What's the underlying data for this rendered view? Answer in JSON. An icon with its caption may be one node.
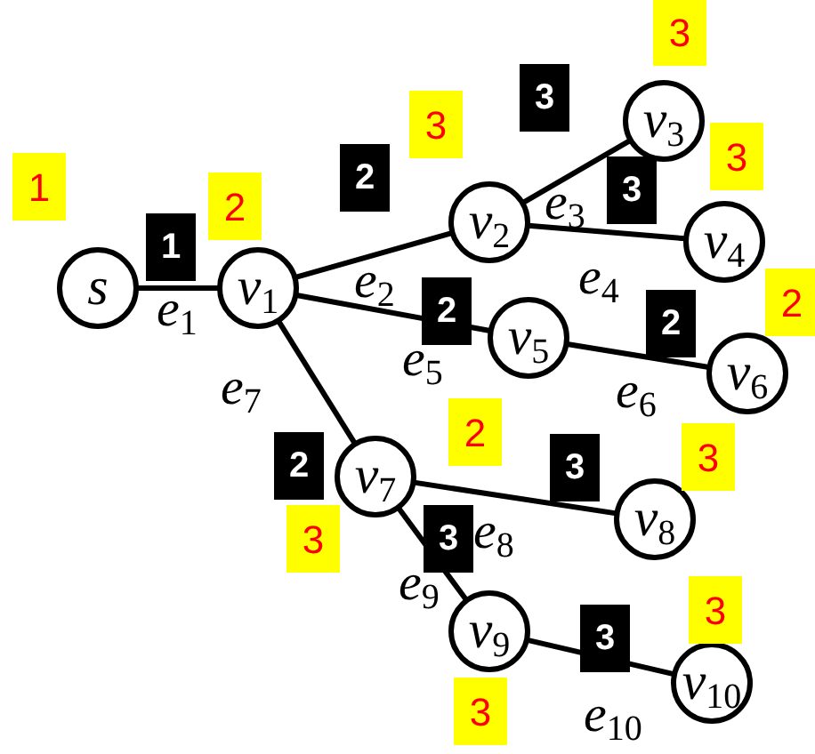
{
  "diagram": {
    "nodes": [
      {
        "text": [
          "s"
        ],
        "beside": [
          "1"
        ]
      },
      {
        "text": [
          "v$_{1}$"
        ],
        "beside": [
          "2"
        ]
      },
      {
        "text": [
          "v$_{2}$"
        ],
        "beside": [
          "3"
        ]
      },
      {
        "text": [
          "v$_{3}$"
        ],
        "beside": [
          "3"
        ]
      },
      {
        "text": [
          "v$_{4}$"
        ],
        "beside": [
          "3"
        ]
      },
      {
        "text": [
          "v$_{5}$"
        ],
        "beside": [
          "2"
        ]
      },
      {
        "text": [
          "v$_{6}$"
        ],
        "beside": [
          "2"
        ]
      },
      {
        "text": [
          "v$_{7}$"
        ],
        "beside": [
          "3"
        ]
      },
      {
        "text": [
          "v$_{8}$"
        ],
        "beside": [
          "3"
        ]
      },
      {
        "text": [
          "v$_{9}$"
        ],
        "beside": [
          "3"
        ]
      },
      {
        "text": [
          "v$_{10}$"
        ],
        "beside": [
          "3"
        ]
      }
    ],
    "edges": [
      {
        "from": 0,
        "to": 1,
        "arrow": "none",
        "label": "e$_{1}$"
      },
      {
        "from": 1,
        "to": 2,
        "arrow": "none",
        "label": "e$_{2}$"
      },
      {
        "from": 2,
        "to": 3,
        "arrow": "none",
        "label": "e$_{3}$"
      },
      {
        "from": 2,
        "to": 4,
        "arrow": "none",
        "label": "e$_{4}$"
      },
      {
        "from": 1,
        "to": 5,
        "arrow": "none",
        "label": "e$_{5}$"
      },
      {
        "from": 5,
        "to": 6,
        "arrow": "none",
        "label": "e$_{6}$"
      },
      {
        "from": 1,
        "to": 7,
        "arrow": "none",
        "label": "e$_{7}$"
      },
      {
        "from": 7,
        "to": 8,
        "arrow": "none",
        "label": "e$_{8}$"
      },
      {
        "from": 7,
        "to": 9,
        "arrow": "none",
        "label": "e$_{9}$"
      },
      {
        "from": 9,
        "to": 10,
        "arrow": "none",
        "label": "e$_{10}$"
      }
    ],
    "labels": [
      "1",
      "2",
      "3",
      "3",
      "2",
      "2",
      "2",
      "3",
      "3",
      "3"
    ]
  }
}
